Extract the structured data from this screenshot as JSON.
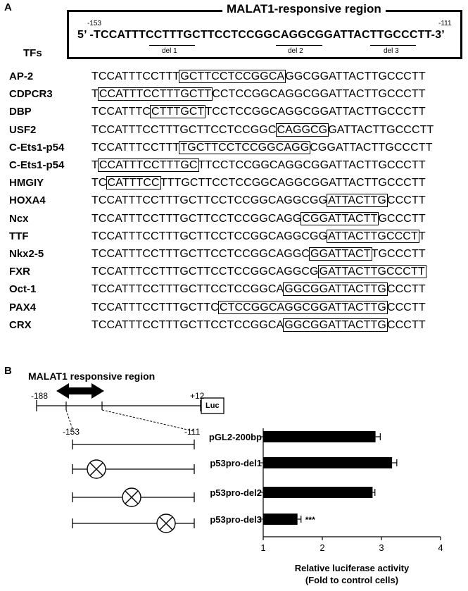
{
  "panel_a": {
    "label": "A",
    "header_title": "MALAT1-responsive region",
    "header_sequence": "5’ -TCCATTTCCTTTGCTTCCTCCGGCAGGCGGATTACTTGCCCTT-3’",
    "pos_start": "-153",
    "pos_end": "-111",
    "dels": [
      "del 1",
      "del 2",
      "del 3"
    ],
    "tfs_label": "TFs",
    "rows": [
      {
        "name": "AP-2",
        "pre": "TCCATTTCCTTT",
        "box": "GCTTCCTCCGGCA",
        "post": "GGCGGATTACTTGCCCTT"
      },
      {
        "name": "CDPCR3",
        "pre": "T",
        "box": "CCATTTCCTTTGCTT",
        "post": "CCTCCGGCAGGCGGATTACTTGCCCTT"
      },
      {
        "name": "DBP",
        "pre": "TCCATTTC",
        "box": "CTTTGCT",
        "post": "TCCTCCGGCAGGCGGATTACTTGCCCTT"
      },
      {
        "name": "USF2",
        "pre": "TCCATTTCCTTTGCTTCCTCCGGC",
        "box": "CAGGCG",
        "post": "GATTACTTGCCCTT"
      },
      {
        "name": "C-Ets1-p54",
        "pre": "TCCATTTCCTTT",
        "box": "TGCTTCCTCCGGCAGG",
        "post": "CGGATTACTTGCCCTT"
      },
      {
        "name": "C-Ets1-p54",
        "pre": "T",
        "box": "CCATTTCCTTTGC",
        "post": "TTCCTCCGGCAGGCGGATTACTTGCCCTT"
      },
      {
        "name": "HMGIY",
        "pre": "TC",
        "box": "CATTTCC",
        "post": "TTTGCTTCCTCCGGCAGGCGGATTACTTGCCCTT"
      },
      {
        "name": "HOXA4",
        "pre": "TCCATTTCCTTTGCTTCCTCCGGCAGGCGG",
        "box": "ATTACTTG",
        "post": "CCCTT"
      },
      {
        "name": "Ncx",
        "pre": "TCCATTTCCTTTGCTTCCTCCGGCAGG",
        "box": "CGGATTACTT",
        "post": "GCCCTT"
      },
      {
        "name": "TTF",
        "pre": "TCCATTTCCTTTGCTTCCTCCGGCAGGCGG",
        "box": "ATTACTTGCCCT",
        "post": "T"
      },
      {
        "name": "Nkx2-5",
        "pre": "TCCATTTCCTTTGCTTCCTCCGGCAGGC",
        "box": "GGATTACT",
        "post": "TGCCCTT"
      },
      {
        "name": "FXR",
        "pre": "TCCATTTCCTTTGCTTCCTCCGGCAGGCG",
        "box": "GATTACTTGCCCTT",
        "post": ""
      },
      {
        "name": "Oct-1",
        "pre": "TCCATTTCCTTTGCTTCCTCCGGCA",
        "box": "GGCGGATTACTTG",
        "post": "CCCTT"
      },
      {
        "name": "PAX4",
        "pre": "TCCATTTCCTTTGCTTC",
        "box": "CTCCGGCAGGCGGATTACTTG",
        "post": "CCCTT"
      },
      {
        "name": "CRX",
        "pre": "TCCATTTCCTTTGCTTCCTCCGGCA",
        "box": "GGCGGATTACTTG",
        "post": "CCCTT"
      }
    ]
  },
  "panel_b": {
    "label": "B",
    "region_title": "MALAT1 responsive region",
    "pos_left": "-188",
    "pos_right": "+12",
    "luc": "Luc",
    "sub_left": "-153",
    "sub_right": "-111"
  },
  "chart_data": {
    "type": "bar",
    "orientation": "horizontal",
    "categories": [
      "pGL2-200bp",
      "p53pro-del1",
      "p53pro-del2",
      "p53pro-del3"
    ],
    "values": [
      2.9,
      3.18,
      2.85,
      1.58
    ],
    "errors": [
      0.08,
      0.08,
      0.04,
      0.06
    ],
    "annotations": [
      "",
      "",
      "",
      "***"
    ],
    "xlim": [
      1,
      4
    ],
    "xticks": [
      1,
      2,
      3,
      4
    ],
    "xlabel": "Relative luciferase activity",
    "xlabel2": "(Fold to control cells)",
    "bar_color": "#000000"
  }
}
